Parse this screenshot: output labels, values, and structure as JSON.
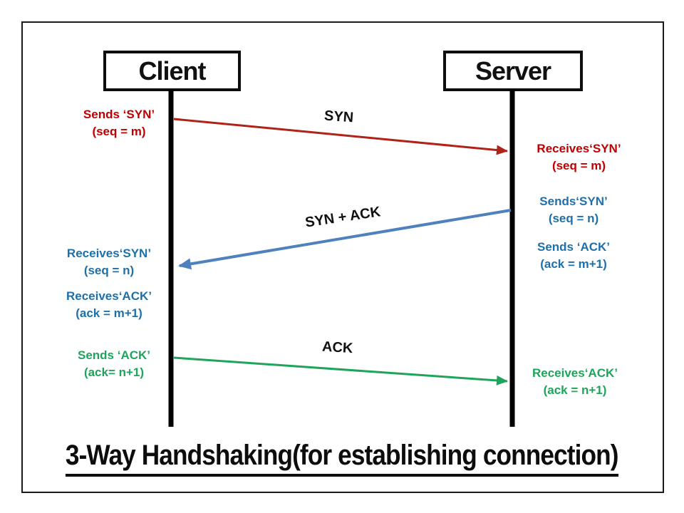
{
  "title": "3-Way Handshaking(for establishing connection)",
  "colors": {
    "red_text": "#c00000",
    "red_arrow": "#b02318",
    "blue_text": "#1f6fa8",
    "blue_arrow": "#4f81bd",
    "green": "#1fa45b",
    "black": "#000000"
  },
  "actors": {
    "client": "Client",
    "server": "Server"
  },
  "messages": [
    {
      "name": "syn",
      "label": "SYN",
      "from": "client",
      "to": "server",
      "sender_note": {
        "line1": "Sends ‘SYN’",
        "line2": "(seq = m)"
      },
      "receiver_note": {
        "line1": "Receives‘SYN’",
        "line2": "(seq = m)"
      }
    },
    {
      "name": "syn-ack",
      "label": "SYN + ACK",
      "from": "server",
      "to": "client",
      "sender_note": {
        "line1": "Sends‘SYN’",
        "line2": "(seq = n)"
      },
      "sender_note2": {
        "line1": "Sends ‘ACK’",
        "line2": "(ack = m+1)"
      },
      "receiver_note": {
        "line1": "Receives‘SYN’",
        "line2": "(seq = n)"
      },
      "receiver_note2": {
        "line1": "Receives‘ACK’",
        "line2": "(ack = m+1)"
      }
    },
    {
      "name": "ack",
      "label": "ACK",
      "from": "client",
      "to": "server",
      "sender_note": {
        "line1": "Sends ‘ACK’",
        "line2": "(ack= n+1)"
      },
      "receiver_note": {
        "line1": "Receives‘ACK’",
        "line2": "(ack = n+1)"
      }
    }
  ]
}
